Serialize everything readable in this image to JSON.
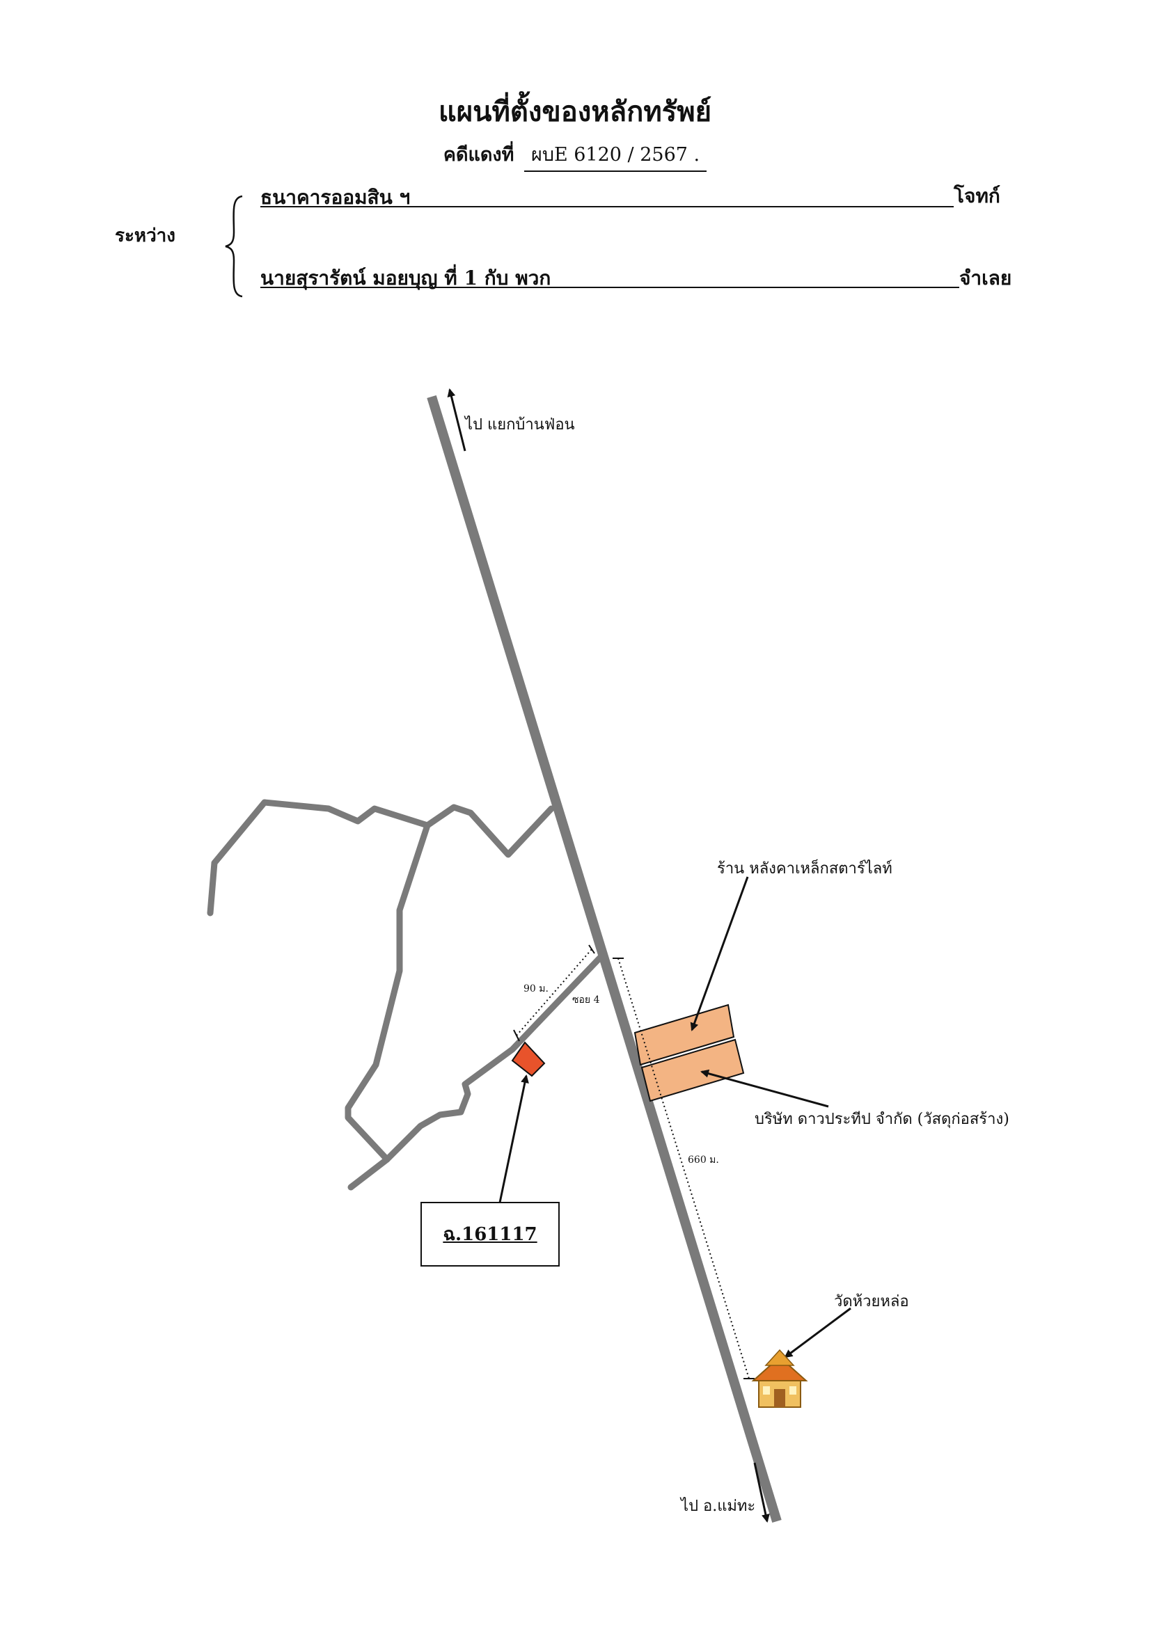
{
  "header": {
    "title": "แผนที่ตั้งของหลักทรัพย์",
    "case_label": "คดีแดงที่",
    "case_number": "ผบE 6120 / 2567 ."
  },
  "parties": {
    "between_label": "ระหว่าง",
    "plaintiff_name": "ธนาคารออมสิน ฯ",
    "plaintiff_role": "โจทก์",
    "defendant_name": "นายสุรารัตน์  มอยบุญ  ที่ 1 กับ พวก",
    "defendant_role": "จำเลย"
  },
  "map": {
    "north_direction": "ไป แยกบ้านฟ่อน",
    "south_direction": "ไป อ.แม่ทะ",
    "shop_label": "ร้าน หลังคาเหล็กสตาร์ไลท์",
    "company_label": "บริษัท ดาวประทีป จำกัด (วัสดุก่อสร้าง)",
    "temple_label": "วัดห้วยหล่อ",
    "soi_label": "ซอย 4",
    "distance_soi": "90 ม.",
    "distance_main": "660 ม.",
    "deed_label": "ฉ.161117",
    "colors": {
      "road": "#7a7a7a",
      "property": "#e8532b",
      "building": "#f3b483",
      "temple": "#e0a13a"
    },
    "icons": [
      "north-arrow-icon",
      "south-arrow-icon",
      "temple-icon"
    ]
  }
}
